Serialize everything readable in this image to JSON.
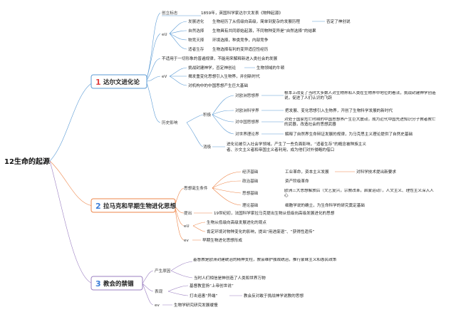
{
  "root": {
    "label": "12生命的起源"
  },
  "colors": {
    "blue": "#5b9bd5",
    "orange": "#ee8548",
    "purple": "#9b7fc2",
    "red_num": "#e04040",
    "blue_num": "#3b7dd8"
  },
  "branches": [
    {
      "num": "1",
      "label": "达尔文进化论",
      "creation_mark": {
        "label": "创立标志",
        "text": "1859年，英国科学家达尔文发表《物种起源》"
      },
      "eu": {
        "label": "eU",
        "items": [
          {
            "label": "发展进化",
            "text": "生物经历了从低级向高级，简单到复杂的发展历程",
            "extra": "否定了神创说"
          },
          {
            "label": "自然选择",
            "text": "生物具有共同原始起源，不同物种变异是“自然选择”的结果"
          },
          {
            "label": "物竞天择",
            "text": "环境选择，种类竞争，内部竞争"
          },
          {
            "label": "适者生存",
            "text": "生物选择有利的变异适应性经历"
          }
        ]
      },
      "not_universal": "不适用于一切形象的普遍规律，不能用来解释新进入类社会的发展",
      "ev": {
        "label": "eV",
        "items": [
          {
            "text": "挑战封建神学，否定神创论",
            "extra": "生物领域的牛顿"
          },
          {
            "text": "揭发重变化思想引入生物界，并创新时代"
          },
          {
            "text": "对机构中的中国思想产生巨大基础"
          }
        ]
      },
      "history": {
        "label": "历史影响",
        "positive": {
          "label": "积极",
          "items": [
            {
              "label": "对欧洲思想界",
              "text": "根本上改变了当时大多数人对生物界和人类在生物界中地位的看法，挑战封建神学创造说，促进了人们认识的飞跃"
            },
            {
              "label": "对欧洲科学界",
              "text": "把发展、变化思想引入生物界，开创了生物科学发展的新时代"
            },
            {
              "label": "对中国思想界",
              "text": "对处于国家危亡时期的中国思想界产生巨大震动，成为近代中国先进知识分子救者救亡的武器，改造社会的思想武器"
            },
            {
              "label": "对世界理论界",
              "text": "解释了自然界生命辩证发展的规律，为马克思主义理论提供了自然史基础"
            }
          ]
        },
        "negative": {
          "label": "消极",
          "text_1": "进化论被引入社会学领域，产生了一些负面影响，“适者生存”的概念被种族主义",
          "text_2": "者、沙文主义者和帝国主义者利用，成为他们对外侵略的借口"
        }
      }
    },
    {
      "num": "2",
      "label": "拉马克和早期生物进化思想",
      "birth": {
        "label": "思想诞生条件",
        "items": [
          {
            "label": "经济基础",
            "text": "工业革命，资本主义发展",
            "extra": "对科学技术提出新要求"
          },
          {
            "label": "政治基础",
            "text": "资产阶级革命"
          },
          {
            "label": "思想基础",
            "text": "欧洲三大思想解放后（文艺复兴，宗教改革，启蒙运动），人文主义、理性主义深入人心"
          },
          {
            "label": "理论基础",
            "text": "细胞学说的确立，为生命科学的研究奠定基础"
          }
        ]
      },
      "proposed": {
        "label": "提出",
        "text": "19世纪初，法国科学家拉马克提出生物从低级向高级发展进化的思想"
      },
      "eu": {
        "label": "eU",
        "items": [
          {
            "text": "生物从低级向高级发展进化的观点"
          },
          {
            "text": "肯定环境对物种变化的影响，提出“用进废退”、“获得性遗传”"
          }
        ]
      },
      "ev": {
        "label": "ev",
        "text": "早期生物进化思想形成"
      }
    },
    {
      "num": "3",
      "label": "教会的禁锢",
      "causes": {
        "label": "产生原因",
        "items": [
          {
            "text": "基督教是欧洲封建统治的精神支柱，教会维护独裁统治，推行蒙昧主义和愚民政策"
          },
          {
            "text": "当时人们相信是神创造了人类和世界万物"
          }
        ]
      },
      "manifest": {
        "label": "表现",
        "items": [
          {
            "text": "基督教宣扬“上帝创世说”"
          },
          {
            "text": "打击追害“异端”",
            "extra": "教会反对敢于挑战神学说教的思想"
          }
        ]
      },
      "ev": {
        "label": "ev",
        "text": "生物学研究研究发展缓慢"
      }
    }
  ]
}
